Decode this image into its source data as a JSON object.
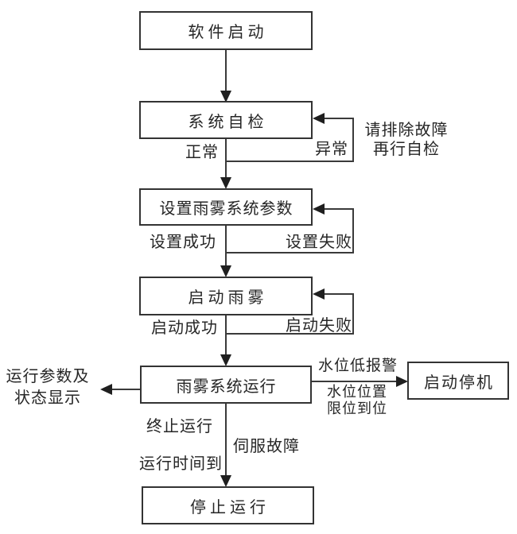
{
  "diagram_type": "flowchart",
  "nodes": {
    "software_start": "软件启动",
    "self_check": "系统自检",
    "set_params": "设置雨雾系统参数",
    "start_rainfog": "启动雨雾",
    "system_running": "雨雾系统运行",
    "start_shutdown": "启动停机",
    "stop_running": "停止运行"
  },
  "labels": {
    "normal": "正常",
    "abnormal": "异常",
    "fix_note_line1": "请排除故障",
    "fix_note_line2": "再行自检",
    "set_success": "设置成功",
    "set_fail": "设置失败",
    "start_success": "启动成功",
    "start_fail": "启动失败",
    "display_line1": "运行参数及",
    "display_line2": "状态显示",
    "water_low_alarm": "水位低报警",
    "water_pos_line1": "水位位置",
    "water_pos_line2": "限位到位",
    "terminate": "终止运行",
    "servo_fault": "伺服故障",
    "runtime_reached": "运行时间到"
  },
  "edges": [
    {
      "from": "software_start",
      "to": "self_check",
      "label": ""
    },
    {
      "from": "self_check",
      "to": "set_params",
      "label": "正常"
    },
    {
      "from": "self_check",
      "to": "self_check",
      "label": "异常",
      "note": "请排除故障 再行自检"
    },
    {
      "from": "set_params",
      "to": "start_rainfog",
      "label": "设置成功"
    },
    {
      "from": "set_params",
      "to": "set_params",
      "label": "设置失败"
    },
    {
      "from": "start_rainfog",
      "to": "system_running",
      "label": "启动成功"
    },
    {
      "from": "start_rainfog",
      "to": "start_rainfog",
      "label": "启动失败"
    },
    {
      "from": "system_running",
      "to": "display",
      "label": "运行参数及状态显示"
    },
    {
      "from": "system_running",
      "to": "start_shutdown",
      "label": "水位低报警 / 水位位置限位到位"
    },
    {
      "from": "system_running",
      "to": "stop_running",
      "label": "终止运行 / 运行时间到 / 伺服故障"
    }
  ],
  "colors": {
    "background": "#ffffff",
    "box_fill": "#ffffff",
    "box_border": "#333333",
    "line": "#3a3a3a",
    "text": "#262626"
  }
}
